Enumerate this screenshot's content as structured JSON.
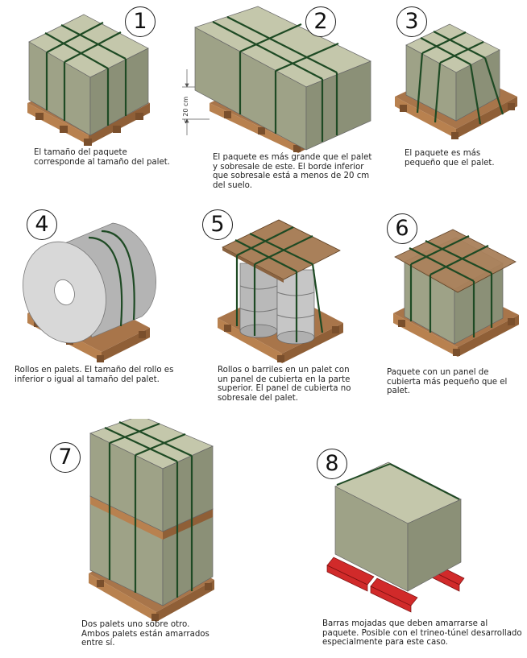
{
  "panels": [
    {
      "number": "1",
      "caption": "El tamaño del paquete corresponde al tamaño del palet."
    },
    {
      "number": "2",
      "caption": "El paquete es más grande que el palet y sobresale de este. El borde inferior que sobresale está a menos de 20 cm del suelo."
    },
    {
      "number": "3",
      "caption": "El paquete es más pequeño que el palet."
    },
    {
      "number": "4",
      "caption": "Rollos en palets. El tamaño del rollo es inferior o igual al tamaño del palet."
    },
    {
      "number": "5",
      "caption": "Rollos o barriles en un palet con un panel de cubierta en la parte superior. El panel de cubierta no sobresale del palet."
    },
    {
      "number": "6",
      "caption": "Paquete con un panel de cubierta más pequeño que el palet."
    },
    {
      "number": "7",
      "caption": "Dos palets uno sobre otro. Ambos palets están amarrados entre sí."
    },
    {
      "number": "8",
      "caption": "Barras mojadas que deben amarrarse al paquete. Posible con el trineo-túnel desarrollado especialmente para este caso."
    }
  ],
  "dimension_label": "< 20 cm",
  "colors": {
    "box_top": "#c4c7ab",
    "box_left": "#9ea287",
    "box_right": "#8b9077",
    "strap": "#1e4a24",
    "pallet": "#b8814f",
    "pallet_dark": "#7a4f2c",
    "steel": "#c9c9c9",
    "runner": "#d12a2a"
  }
}
